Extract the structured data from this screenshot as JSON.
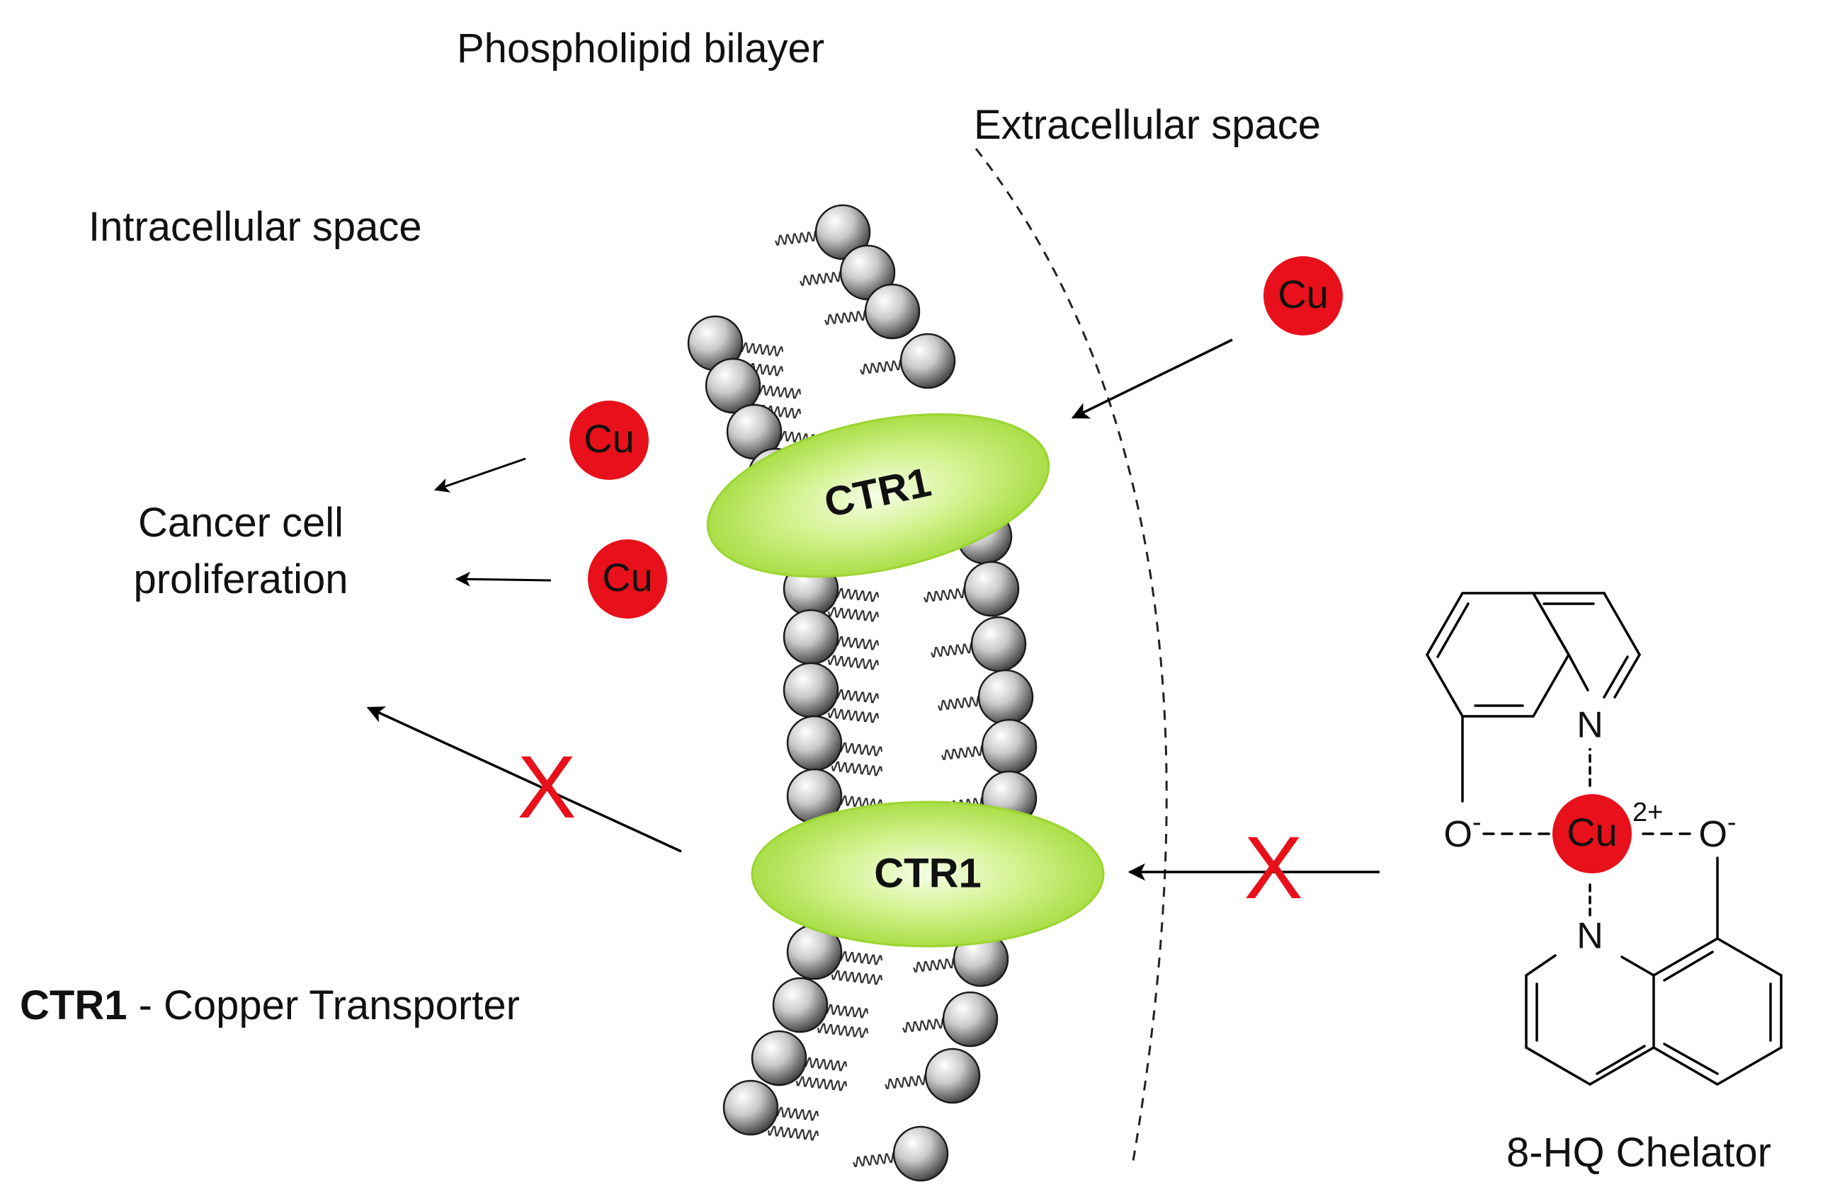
{
  "labels": {
    "phospholipid": "Phospholipid bilayer",
    "extracellular": "Extracellular space",
    "intracellular": "Intracellular space",
    "cancer_line1": "Cancer cell",
    "cancer_line2": "proliferation",
    "legend_bold": "CTR1",
    "legend_rest": " - Copper Transporter",
    "chelator": "8-HQ Chelator"
  },
  "transporter_label": "CTR1",
  "copper_label": "Cu",
  "block_mark": "X",
  "chelator_structure": {
    "metal": "Cu",
    "charge": "2+",
    "oxygen": "O",
    "oxygen_charge": "-",
    "nitrogen": "N"
  },
  "colors": {
    "copper": "#e8101a",
    "block_mark": "#e8101a",
    "transporter": "#a7e33a",
    "transporter_highlight": "#eefbcc",
    "lipid_head": "#9a9a9a",
    "text": "#111111"
  }
}
